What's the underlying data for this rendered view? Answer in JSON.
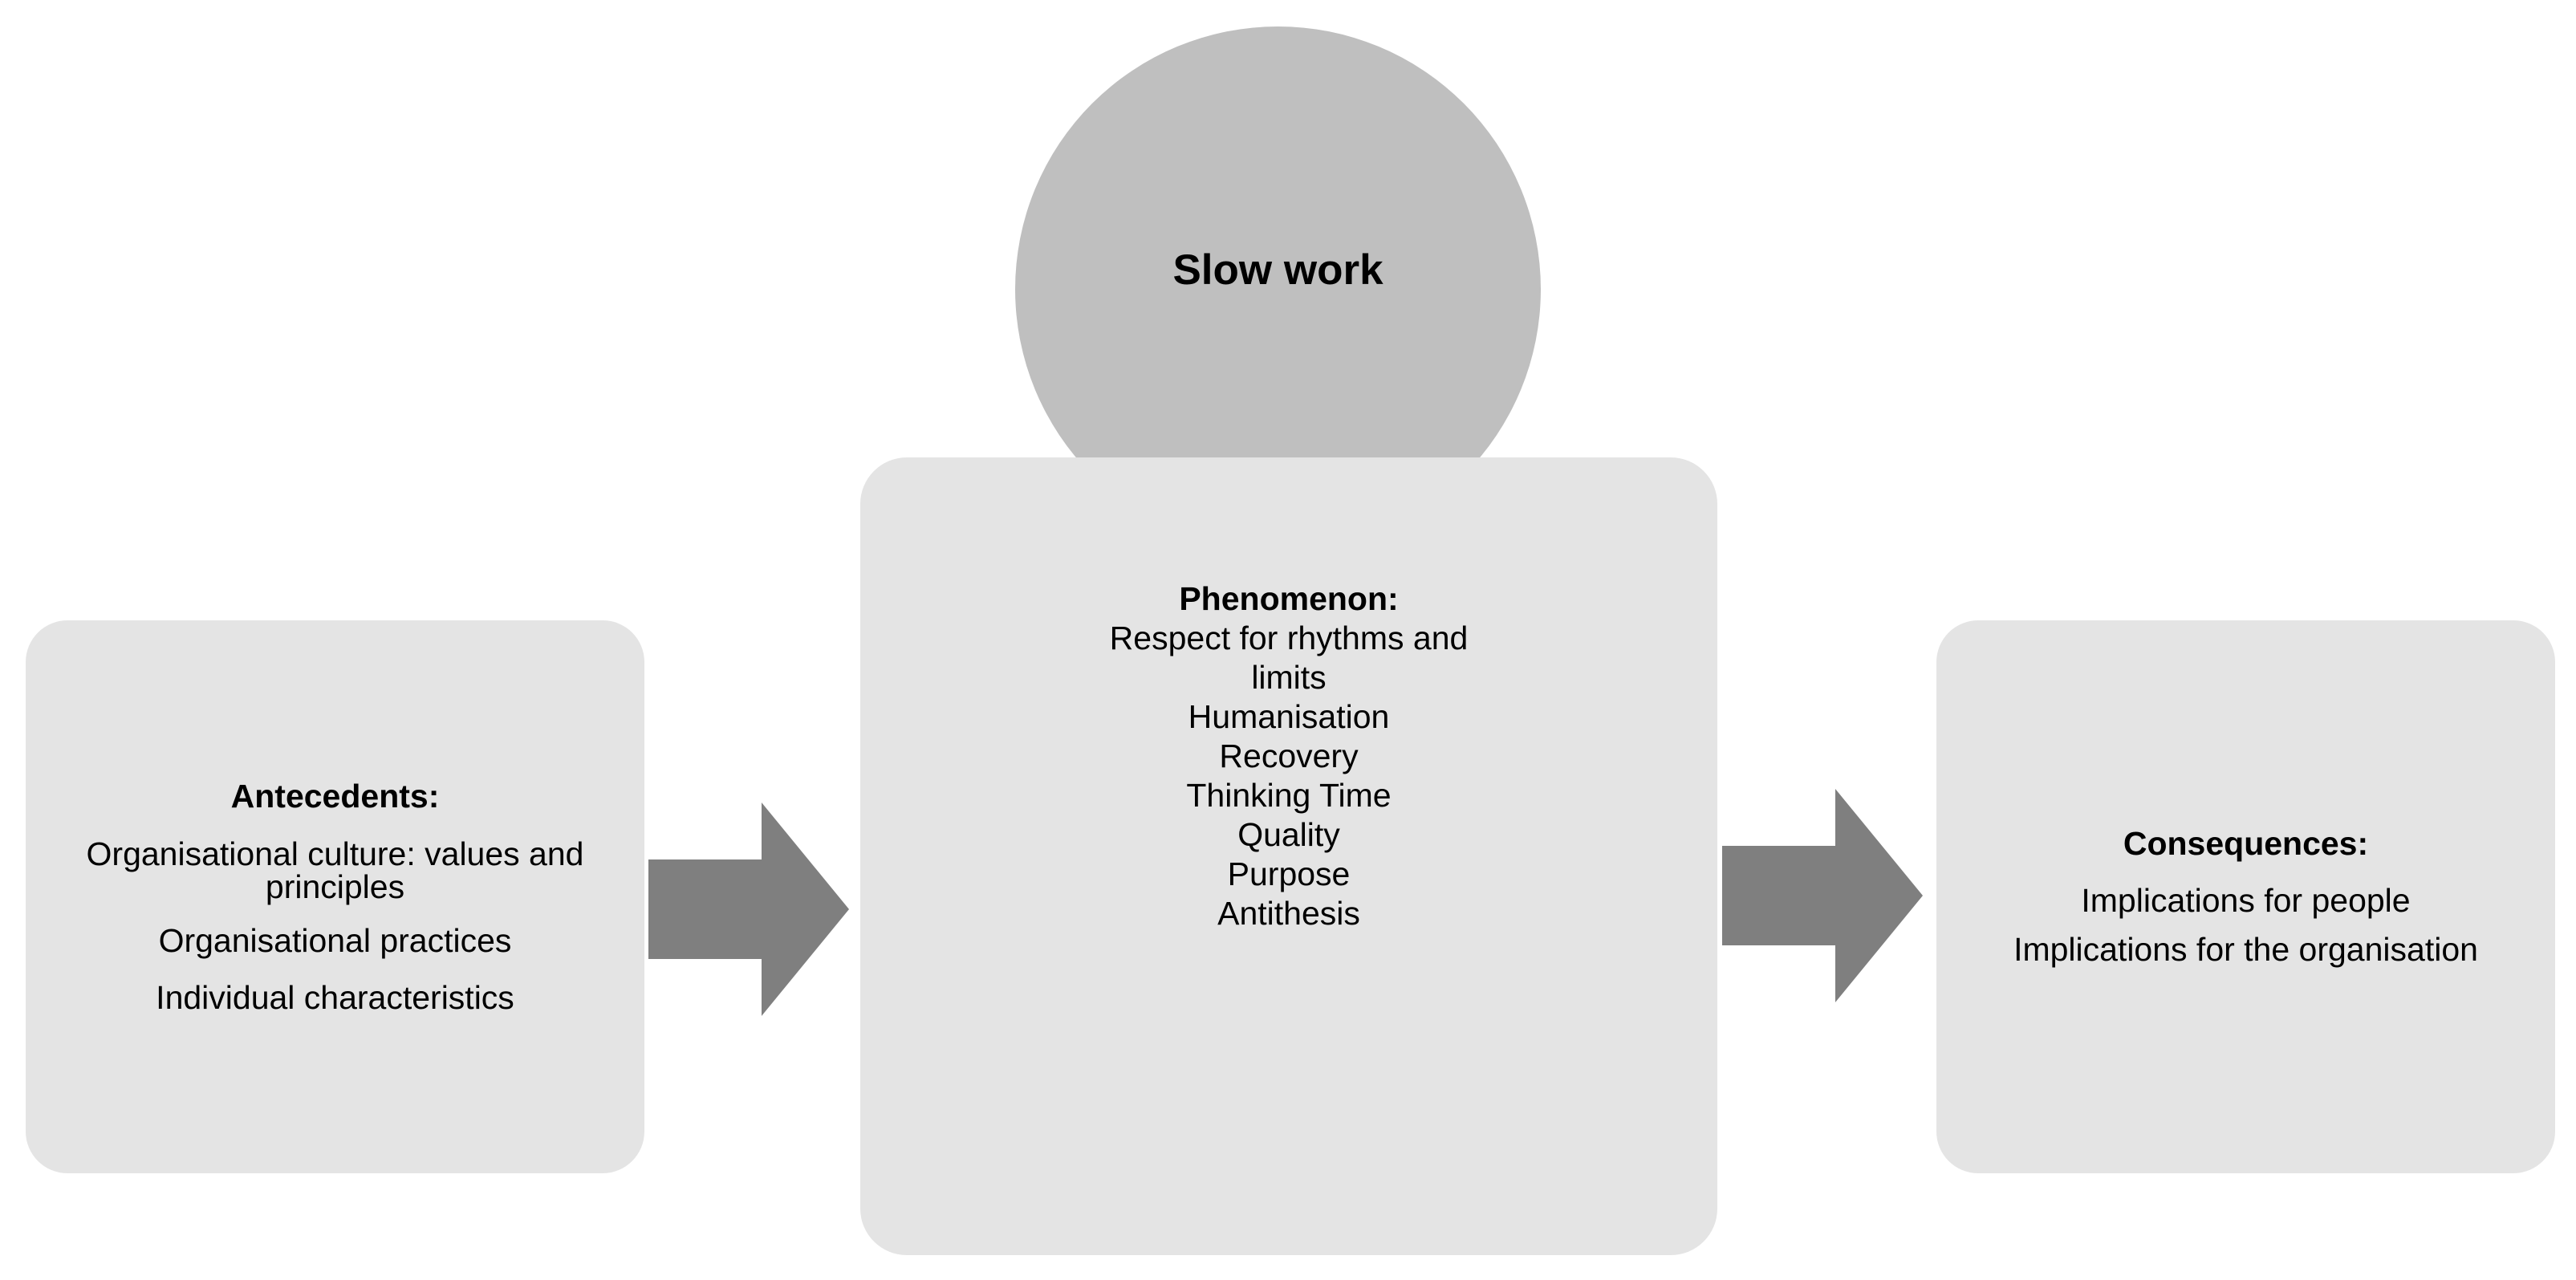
{
  "diagram": {
    "title_node": {
      "label": "Slow work",
      "shape": "circle",
      "fill": "#bfbfbf"
    },
    "boxes": {
      "antecedents": {
        "title": "Antecedents:",
        "lines": [
          "Organisational culture: values and principles",
          "Organisational practices",
          "Individual characteristics"
        ],
        "fill": "#e4e4e4"
      },
      "phenomenon": {
        "title": "Phenomenon:",
        "lines": [
          "Respect for rhythms and",
          "limits",
          "Humanisation",
          "Recovery",
          "Thinking Time",
          "Quality",
          "Purpose",
          "Antithesis"
        ],
        "fill": "#e4e4e4"
      },
      "consequences": {
        "title": "Consequences:",
        "lines": [
          "Implications for people",
          "Implications for the organisation"
        ],
        "fill": "#e4e4e4"
      }
    },
    "arrows": [
      {
        "name": "arrow-antecedents-to-phenomenon",
        "direction": "right",
        "fill": "#7f7f7f"
      },
      {
        "name": "arrow-phenomenon-to-consequences",
        "direction": "right",
        "fill": "#7f7f7f"
      }
    ],
    "colors": {
      "background": "#ffffff",
      "box_fill": "#e4e4e4",
      "circle_fill": "#bfbfbf",
      "arrow_fill": "#7f7f7f",
      "text": "#000000"
    }
  }
}
